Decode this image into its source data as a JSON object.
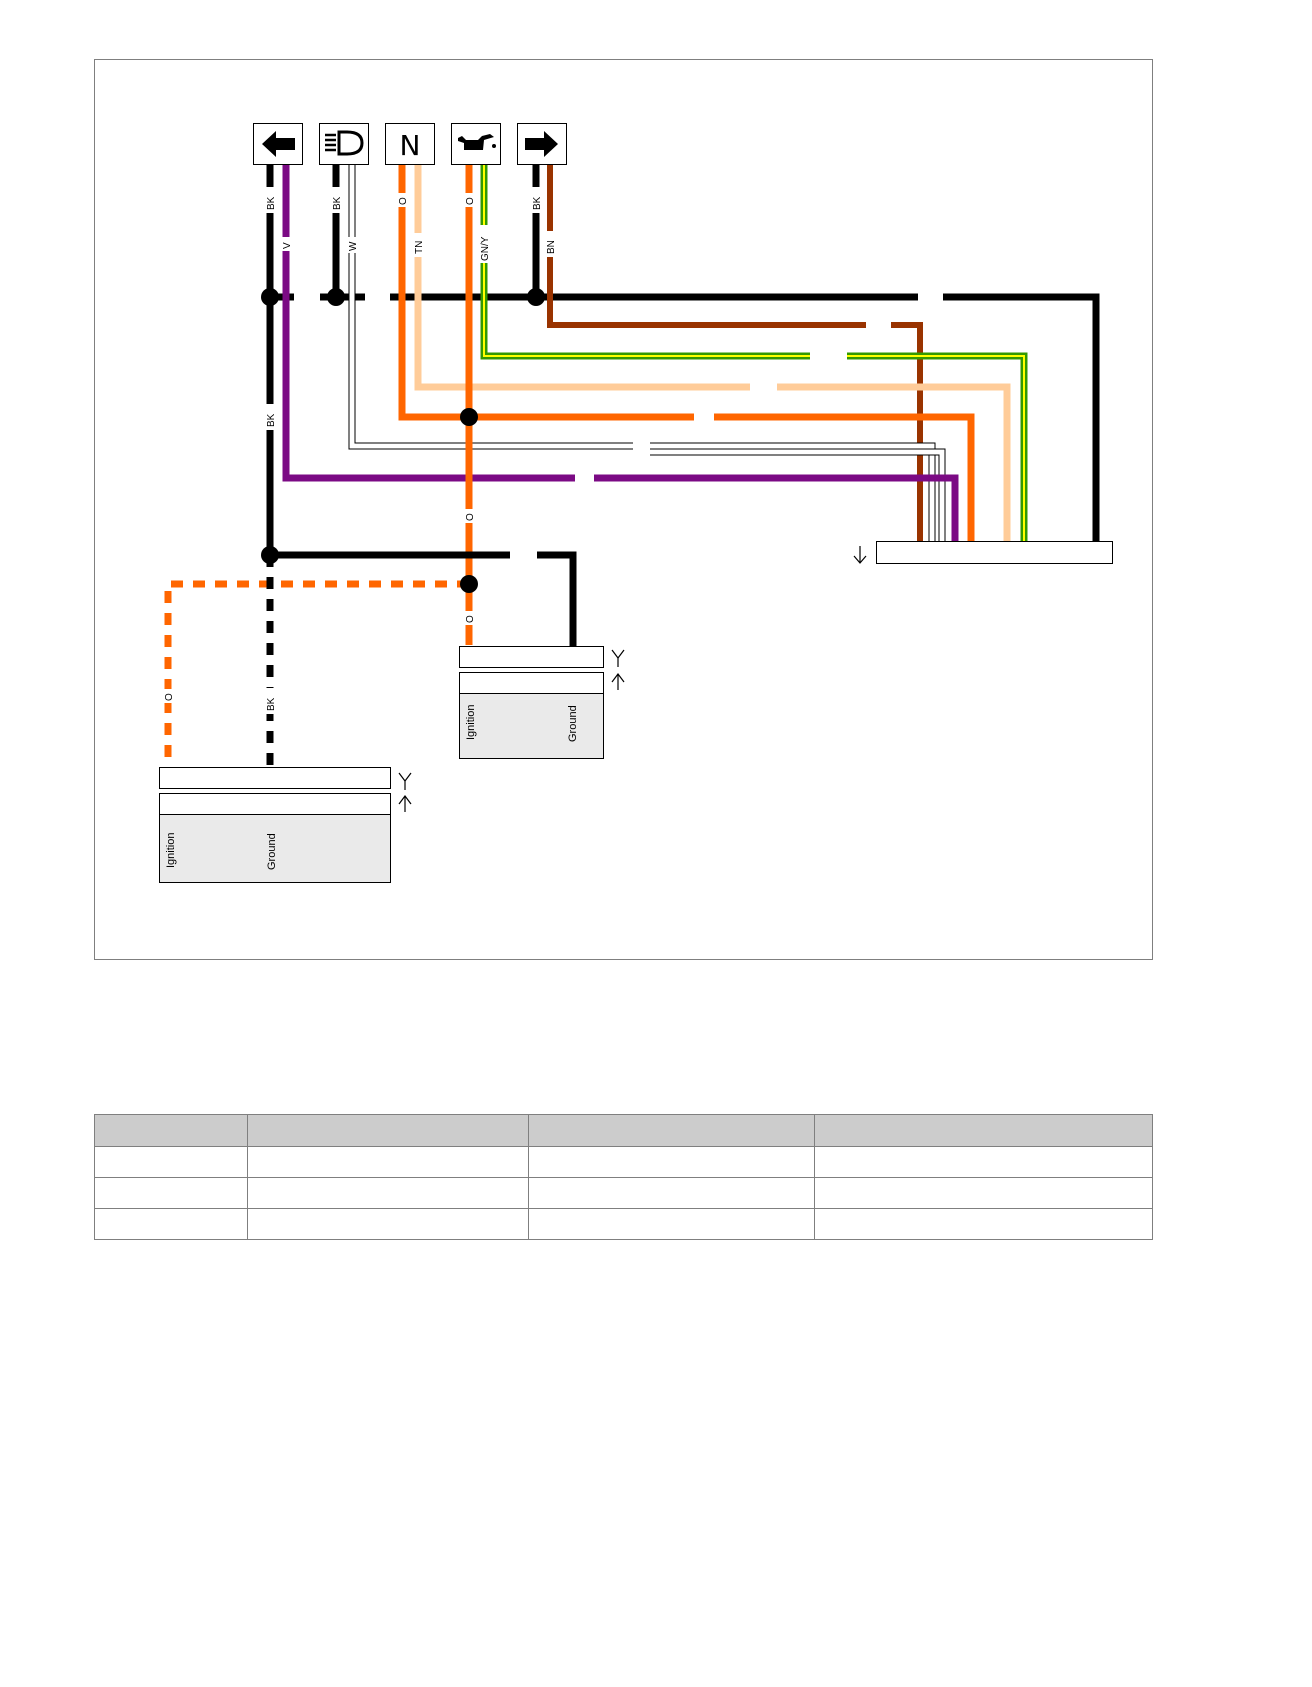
{
  "diagram": {
    "icons": [
      "left-turn-indicator-icon",
      "high-beam-icon",
      "neutral-indicator-icon",
      "oil-pressure-icon",
      "right-turn-indicator-icon"
    ],
    "neutral_symbol": "N",
    "wire_labels": {
      "left_bk": "BK",
      "left_v": "V",
      "beam_bk": "BK",
      "beam_w": "W",
      "neutral_o": "O",
      "neutral_tn": "TN",
      "oil_o": "O",
      "oil_gny": "GN/Y",
      "right_bk": "BK",
      "right_bn": "BN",
      "trunk_bk": "BK",
      "main_o": "O",
      "lower_o": "O",
      "dashed_o": "O",
      "dashed_bk": "BK"
    },
    "connector_a": {
      "ignition": "Ignition",
      "ground": "Ground"
    },
    "connector_b": {
      "ignition": "Ignition",
      "ground": "Ground"
    },
    "wire_colors": {
      "black": "#000000",
      "violet": "#7b0a84",
      "white": "#ffffff",
      "orange": "#ff6600",
      "tan": "#ffcc99",
      "green": "#339900",
      "yellow": "#ffff00",
      "brown": "#993300"
    }
  },
  "table": {
    "headers": [
      "",
      "",
      "",
      ""
    ],
    "rows": [
      [
        "",
        "",
        "",
        ""
      ],
      [
        "",
        "",
        "",
        ""
      ],
      [
        "",
        "",
        "",
        ""
      ]
    ]
  }
}
